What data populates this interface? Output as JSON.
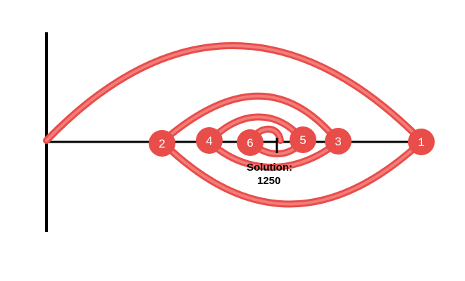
{
  "colors": {
    "accent": "#e84d4a",
    "arc_fill": "#f06663",
    "axis": "#000000",
    "label_text": "#ffffff",
    "background": "#ffffff"
  },
  "nodes": [
    {
      "label": "1"
    },
    {
      "label": "2"
    },
    {
      "label": "3"
    },
    {
      "label": "4"
    },
    {
      "label": "5"
    },
    {
      "label": "6"
    }
  ],
  "solution": {
    "title": "Solution:",
    "value": "1250"
  }
}
